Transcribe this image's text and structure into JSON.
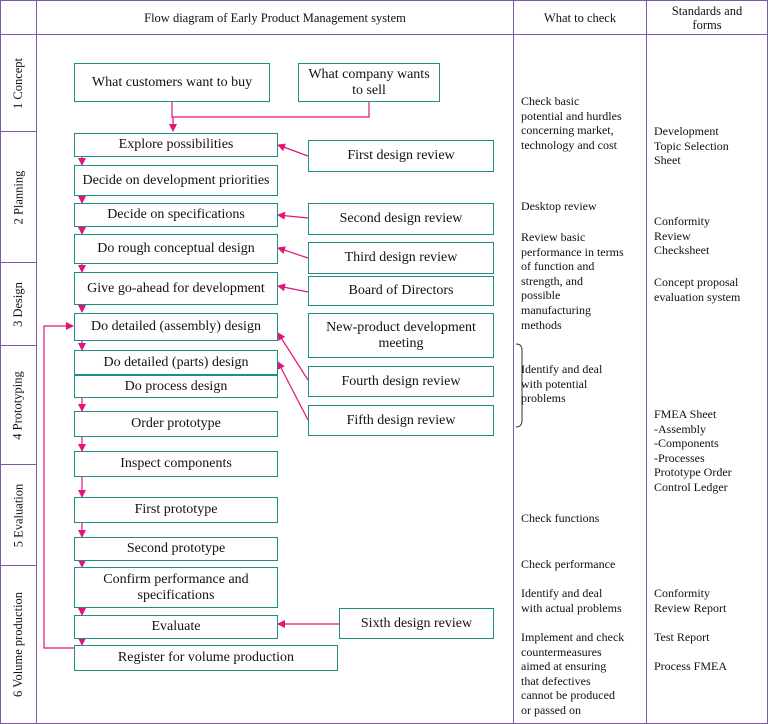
{
  "headers": {
    "flow": "Flow diagram of Early Product Management system",
    "check": "What to check",
    "standards": "Standards and\nforms"
  },
  "stages": [
    {
      "id": "concept",
      "label": "1 Concept"
    },
    {
      "id": "planning",
      "label": "2 Planning"
    },
    {
      "id": "design",
      "label": "3 Design"
    },
    {
      "id": "prototyping",
      "label": "4 Prototyping"
    },
    {
      "id": "evaluation",
      "label": "5 Evaluation"
    },
    {
      "id": "volume",
      "label": "6 Volume production"
    }
  ],
  "flow_boxes": {
    "customers": "What customers want to buy",
    "company": "What company wants to sell",
    "explore": "Explore possibilities",
    "priorities": "Decide on development priorities",
    "specifications": "Decide on specifications",
    "rough": "Do rough conceptual design",
    "goahead": "Give go-ahead for development",
    "assembly": "Do detailed (assembly) design",
    "parts": "Do detailed (parts) design",
    "process": "Do process design",
    "order": "Order prototype",
    "inspect": "Inspect components",
    "first_proto": "First prototype",
    "second_proto": "Second prototype",
    "confirm": "Confirm performance and specifications",
    "evaluate": "Evaluate",
    "register": "Register for volume production"
  },
  "review_boxes": {
    "first": "First design review",
    "second": "Second design review",
    "third": "Third design review",
    "board": "Board of Directors",
    "newproduct": "New-product development meeting",
    "fourth": "Fourth design review",
    "fifth": "Fifth design review",
    "sixth": "Sixth design review"
  },
  "checks": {
    "c1": "Check basic\npotential and hurdles\nconcerning market,\ntechnology and cost",
    "c2": "Desktop review",
    "c3": "Review basic\nperformance in terms\nof function and\nstrength, and\npossible\nmanufacturing\nmethods",
    "c4": "Identify and deal\nwith potential\nproblems",
    "c5": "Check functions",
    "c6": "Check performance",
    "c7": "Identify and deal\nwith actual problems",
    "c8": "Implement and check\ncountermeasures\naimed at ensuring\nthat defectives\ncannot be produced\nor passed on"
  },
  "standards": {
    "s1": "Development\nTopic Selection\nSheet",
    "s2": "Conformity\nReview\nChecksheet",
    "s3": "Concept proposal\nevaluation system",
    "s4": "FMEA Sheet\n-Assembly\n-Components\n-Processes\nPrototype Order\nControl Ledger",
    "s5": "Conformity\nReview Report",
    "s6": "Test Report",
    "s7": "Process FMEA"
  },
  "colors": {
    "grid": "#7a5aa8",
    "box_border": "#1f8f86",
    "arrow": "#e0157a"
  }
}
